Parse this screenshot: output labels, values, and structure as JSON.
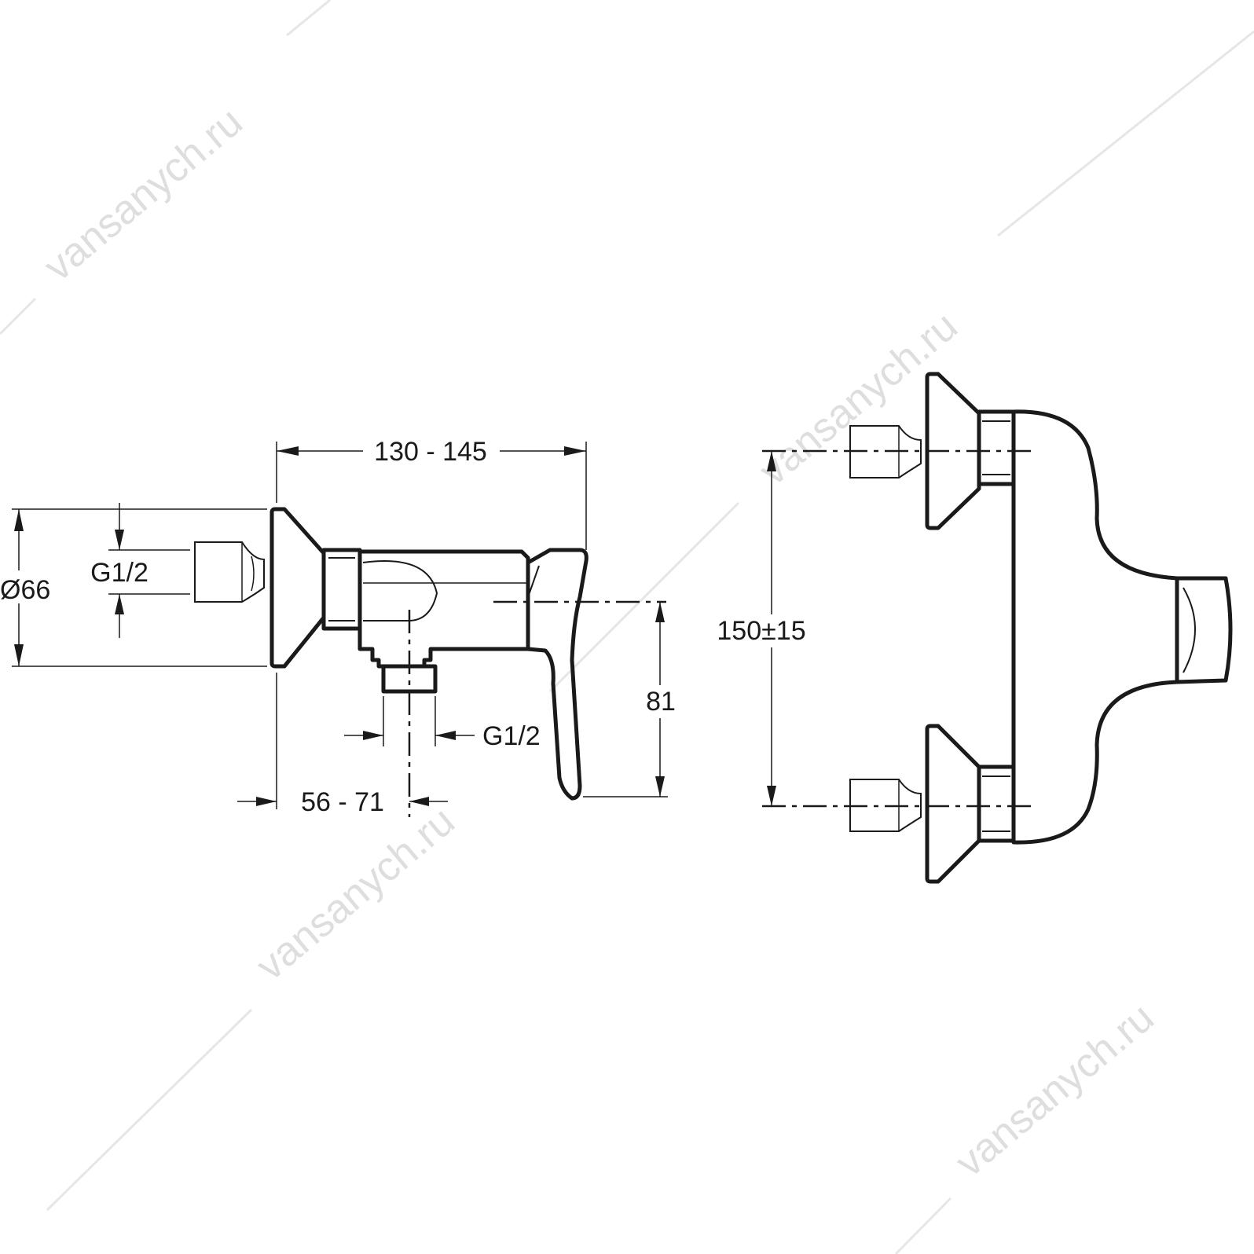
{
  "watermark": {
    "text": "vansanych.ru",
    "color": "#dedede"
  },
  "side_view": {
    "dim_length": "130 - 145",
    "dim_diameter": "Ø66",
    "dim_inlet_thread": "G1/2",
    "dim_outlet_thread": "G1/2",
    "dim_offset": "56 - 71",
    "dim_height": "81"
  },
  "front_view": {
    "dim_spacing": "150±15"
  },
  "colors": {
    "line": "#1a1a1a",
    "background": "#ffffff"
  }
}
